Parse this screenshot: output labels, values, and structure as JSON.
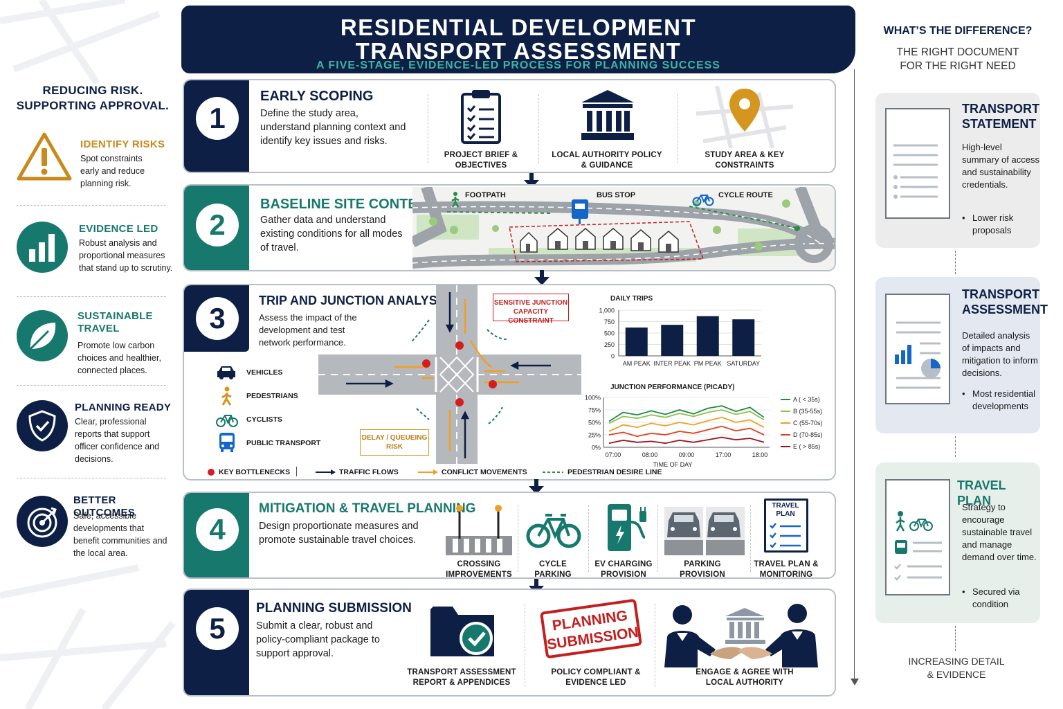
{
  "header": {
    "title_line1": "RESIDENTIAL DEVELOPMENT",
    "title_line2": "TRANSPORT ASSESSMENT",
    "subtitle": "A FIVE-STAGE, EVIDENCE-LED PROCESS FOR PLANNING SUCCESS"
  },
  "left": {
    "heading_line1": "REDUCING RISK.",
    "heading_line2": "SUPPORTING APPROVAL.",
    "items": [
      {
        "title": "IDENTIFY RISKS",
        "text": "Spot constraints early and reduce planning risk.",
        "icon": "warning-icon",
        "color": "#c88a1a"
      },
      {
        "title": "EVIDENCE LED",
        "text": "Robust analysis and proportional measures that stand up to scrutiny.",
        "icon": "bar-chart-icon",
        "color": "#17786e"
      },
      {
        "title": "SUSTAINABLE TRAVEL",
        "text": "Promote low carbon choices and healthier, connected places.",
        "icon": "leaf-icon",
        "color": "#17786e"
      },
      {
        "title": "PLANNING READY",
        "text": "Clear, professional reports that support officer confidence and decisions.",
        "icon": "shield-check-icon",
        "color": "#0d1f45"
      },
      {
        "title": "BETTER OUTCOMES",
        "text": "Safe, accessible developments that benefit communities and the local area.",
        "icon": "target-icon",
        "color": "#0d1f45"
      }
    ]
  },
  "stages": [
    {
      "num": "1",
      "title": "EARLY SCOPING",
      "text": "Define the study area, understand planning context and identify key issues and risks.",
      "items": [
        {
          "label": "PROJECT BRIEF & OBJECTIVES",
          "icon": "clipboard-icon"
        },
        {
          "label": "LOCAL AUTHORITY POLICY & GUIDANCE",
          "icon": "government-building-icon"
        },
        {
          "label": "STUDY AREA & KEY CONSTRAINTS",
          "icon": "map-pin-icon"
        }
      ]
    },
    {
      "num": "2",
      "title": "BASELINE SITE CONTEXT",
      "text": "Gather data and understand existing conditions for all modes of travel.",
      "map_labels": {
        "footpath": "FOOTPATH",
        "bus_stop": "BUS STOP",
        "cycle_route": "CYCLE ROUTE"
      }
    },
    {
      "num": "3",
      "title": "TRIP AND JUNCTION ANALYSIS",
      "text": "Assess the impact of the development and test network performance.",
      "modes": [
        "VEHICLES",
        "PEDESTRIANS",
        "CYCLISTS",
        "PUBLIC TRANSPORT"
      ],
      "callout_junction": "SENSITIVE JUNCTION CAPACITY CONSTRAINT",
      "callout_delay": "DELAY / QUEUEING RISK",
      "legend": [
        "KEY BOTTLENECKS",
        "TRAFFIC FLOWS",
        "CONFLICT MOVEMENTS",
        "PEDESTRIAN DESIRE LINE"
      ]
    },
    {
      "num": "4",
      "title": "MITIGATION & TRAVEL PLANNING",
      "text": "Design proportionate measures and promote sustainable travel choices.",
      "items": [
        {
          "label": "CROSSING IMPROVEMENTS",
          "icon": "crossing-icon"
        },
        {
          "label": "CYCLE PARKING",
          "icon": "bicycle-icon"
        },
        {
          "label": "EV CHARGING PROVISION",
          "icon": "ev-charger-icon"
        },
        {
          "label": "PARKING PROVISION",
          "icon": "parking-icon"
        },
        {
          "label": "TRAVEL PLAN & MONITORING",
          "icon": "checklist-icon"
        }
      ],
      "travel_plan_sign": "TRAVEL PLAN"
    },
    {
      "num": "5",
      "title": "PLANNING SUBMISSION",
      "text": "Submit a clear, robust and policy-compliant package to support approval.",
      "items": [
        {
          "label": "TRANSPORT ASSESSMENT REPORT & APPENDICES",
          "icon": "folder-check-icon"
        },
        {
          "label": "POLICY COMPLIANT & EVIDENCE LED",
          "icon": "stamp-icon"
        },
        {
          "label": "ENGAGE & AGREE WITH LOCAL AUTHORITY",
          "icon": "handshake-icon"
        }
      ],
      "stamp_line1": "PLANNING",
      "stamp_line2": "SUBMISSION"
    }
  ],
  "chart_data": [
    {
      "type": "bar",
      "title": "DAILY TRIPS",
      "categories": [
        "AM PEAK",
        "INTER PEAK",
        "PM PEAK",
        "SATURDAY"
      ],
      "values": [
        620,
        680,
        870,
        800
      ],
      "ylim": [
        0,
        1000
      ],
      "yticks": [
        "1,000",
        "750",
        "500",
        "250",
        "0"
      ],
      "ytick_values": [
        1000,
        750,
        500,
        250,
        0
      ],
      "color": "#0d1f45"
    },
    {
      "type": "line",
      "title": "JUNCTION PERFORMANCE (PICADY)",
      "xlabel": "TIME OF DAY",
      "x": [
        "07:00",
        "08:00",
        "09:00",
        "17:00",
        "18:00"
      ],
      "yticks": [
        "100%",
        "75%",
        "50%",
        "25%",
        "0%"
      ],
      "ytick_values": [
        100,
        75,
        50,
        25,
        0
      ],
      "ylim": [
        0,
        100
      ],
      "series": [
        {
          "name": "A ( < 35s)",
          "color": "#1e8a4a",
          "values": [
            52,
            70,
            65,
            73,
            66,
            75,
            67,
            78,
            83,
            72,
            80,
            60
          ]
        },
        {
          "name": "B (35-55s)",
          "color": "#8bc34a",
          "values": [
            48,
            62,
            58,
            65,
            60,
            68,
            62,
            70,
            75,
            66,
            72,
            55
          ]
        },
        {
          "name": "C (55-70s)",
          "color": "#f0a020",
          "values": [
            32,
            45,
            40,
            48,
            43,
            50,
            45,
            53,
            60,
            50,
            55,
            40
          ]
        },
        {
          "name": "D (70-85s)",
          "color": "#e04020",
          "values": [
            25,
            30,
            22,
            28,
            25,
            32,
            28,
            35,
            42,
            33,
            38,
            25
          ]
        },
        {
          "name": "E ( > 85s)",
          "color": "#a01020",
          "values": [
            8,
            14,
            10,
            12,
            8,
            14,
            10,
            15,
            20,
            15,
            18,
            10
          ]
        }
      ]
    }
  ],
  "right": {
    "heading": "WHAT’S THE DIFFERENCE?",
    "subheading_line1": "THE RIGHT DOCUMENT",
    "subheading_line2": "FOR THE RIGHT NEED",
    "cards": [
      {
        "title_line1": "TRANSPORT",
        "title_line2": "STATEMENT",
        "text": "High-level summary of access and sustainability credentials.",
        "bullet": "Lower risk proposals",
        "color": "#ececec"
      },
      {
        "title_line1": "TRANSPORT",
        "title_line2": "ASSESSMENT",
        "text": "Detailed analysis of impacts and mitigation to inform decisions.",
        "bullet": "Most residential developments",
        "color": "#e4e8f1"
      },
      {
        "title_line1": "TRAVEL PLAN",
        "title_line2": "",
        "text": "Strategy to encourage sustainable travel and manage demand over time.",
        "bullet": "Secured via condition",
        "color": "#e6efe9"
      }
    ],
    "footer_line1": "INCREASING DETAIL",
    "footer_line2": "& EVIDENCE"
  },
  "colors": {
    "navy": "#0d1f45",
    "teal": "#17786e",
    "gold": "#c88a1a",
    "red": "#c41e1e"
  }
}
